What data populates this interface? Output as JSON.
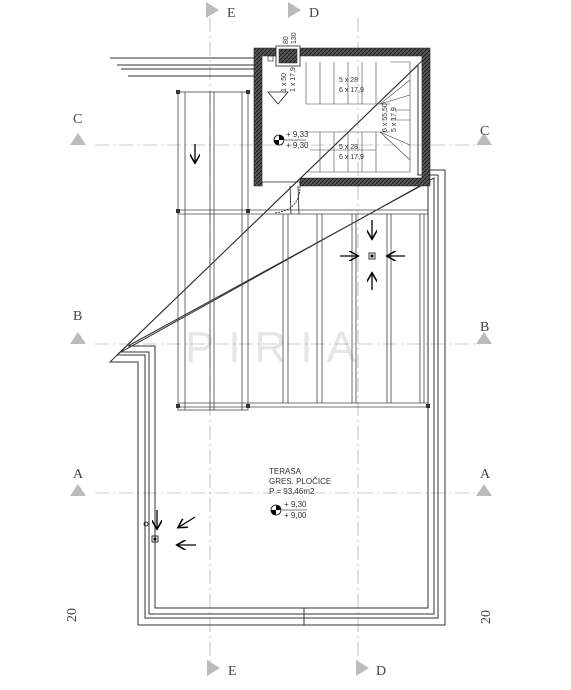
{
  "axes": {
    "E_top": "E",
    "D_top": "D",
    "C_left": "C",
    "C_right": "C",
    "B_left": "B",
    "B_right": "B",
    "A_left": "A",
    "A_right": "A",
    "E_bottom": "E",
    "D_bottom": "D"
  },
  "chimney": {
    "w": "80",
    "h": "130"
  },
  "stairs": {
    "upper_run_1": "5 x 28",
    "upper_run_2": "6 x 17,9",
    "lower_run_1": "5 x 28",
    "lower_run_2": "6 x 17,9",
    "side_1": "1 x 50",
    "side_2": "1 x 17,9",
    "right_1": "6 x 55,50",
    "right_2": "5 x 17,9"
  },
  "levels": {
    "stair_top": "+ 9,33",
    "stair_bottom": "+ 9,30",
    "terrace_top": "+ 9,30",
    "terrace_bottom": "+ 9,00"
  },
  "terrace": {
    "name": "TERASA",
    "finish": "GRES. PLOČICE",
    "area": "P = 93,46m2"
  },
  "margin": {
    "left": "20",
    "right": "20"
  },
  "watermark": "PIRIA"
}
